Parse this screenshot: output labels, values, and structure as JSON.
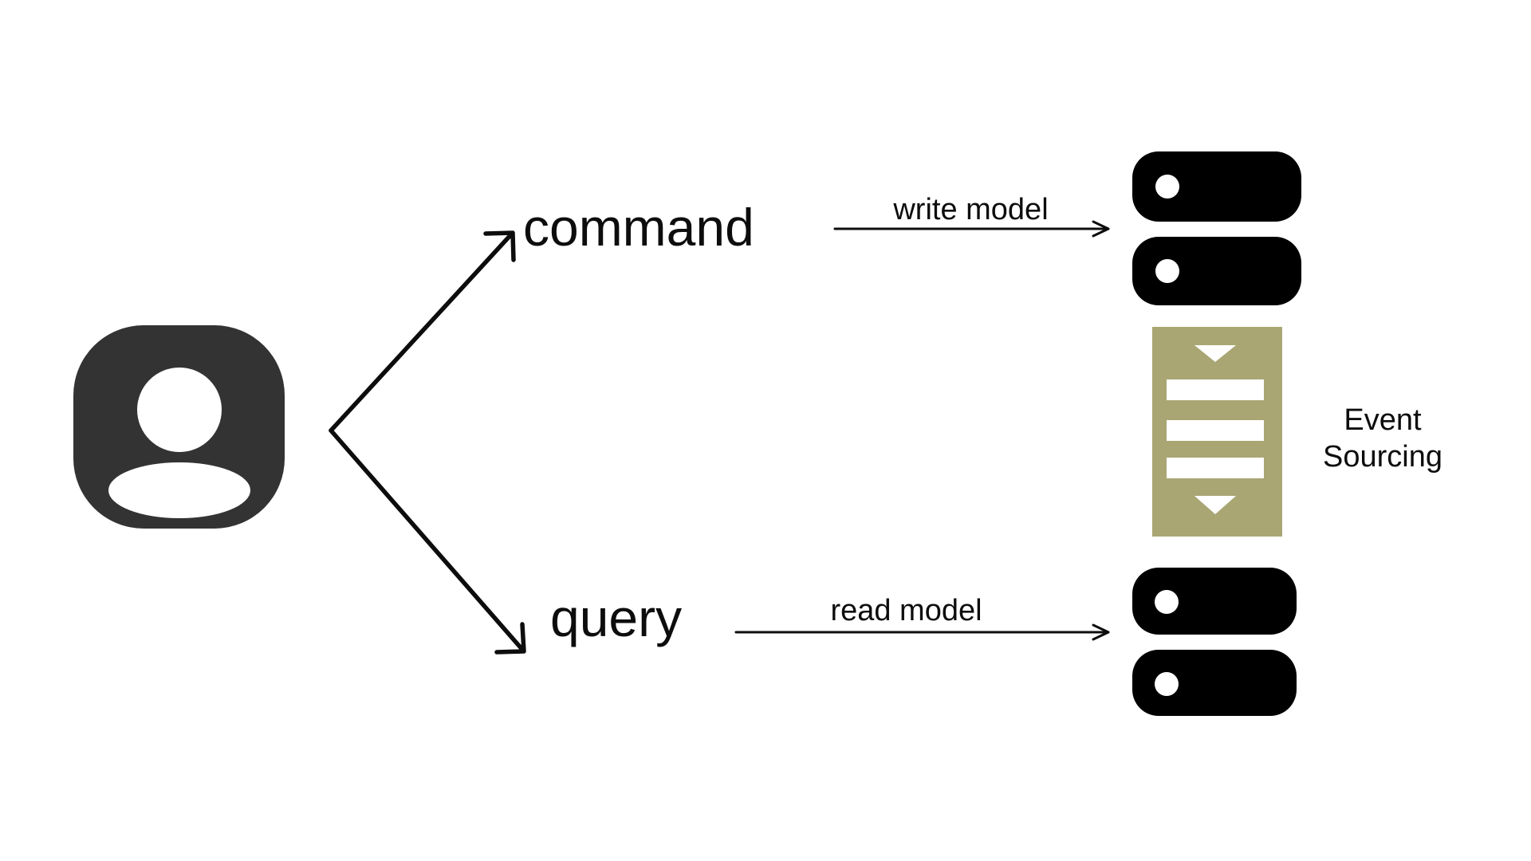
{
  "diagram": {
    "colors": {
      "background": "#ffffff",
      "user_icon": "#333333",
      "server_icon": "#000000",
      "server_dot": "#ffffff",
      "event_store": "#a9a674",
      "event_store_glyph": "#ffffff",
      "arrow": "#0d0d0d",
      "text": "#0d0d0d"
    },
    "actor": {
      "icon": "user-icon"
    },
    "command_branch": {
      "label": "command",
      "arrow_label": "write model",
      "target_icon": "server-stack-icon"
    },
    "query_branch": {
      "label": "query",
      "arrow_label": "read model",
      "target_icon": "server-stack-icon"
    },
    "event_sourcing": {
      "icon": "event-store-sync-icon",
      "label_line1": "Event",
      "label_line2": "Sourcing"
    }
  }
}
